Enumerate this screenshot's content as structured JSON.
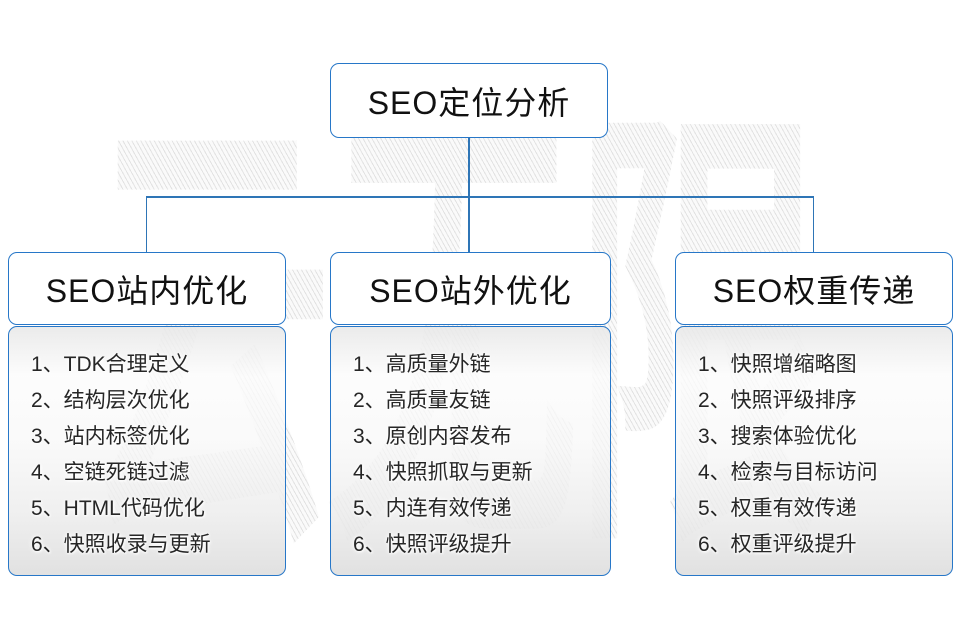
{
  "watermark": {
    "text": "云无限"
  },
  "root": {
    "title": "SEO定位分析"
  },
  "columns": [
    {
      "title": "SEO站内优化",
      "items": [
        "1、TDK合理定义",
        "2、结构层次优化",
        "3、站内标签优化",
        "4、空链死链过滤",
        "5、HTML代码优化",
        "6、快照收录与更新"
      ]
    },
    {
      "title": "SEO站外优化",
      "items": [
        "1、高质量外链",
        "2、高质量友链",
        "3、原创内容发布",
        "4、快照抓取与更新",
        "5、内连有效传递",
        "6、快照评级提升"
      ]
    },
    {
      "title": "SEO权重传递",
      "items": [
        "1、快照增缩略图",
        "2、快照评级排序",
        "3、搜索体验优化",
        "4、检索与目标访问",
        "5、权重有效传递",
        "6、权重评级提升"
      ]
    }
  ],
  "colors": {
    "box_border": "#2777c8",
    "connector": "#2e75b6",
    "title_text": "#111111",
    "item_text": "#262626"
  }
}
